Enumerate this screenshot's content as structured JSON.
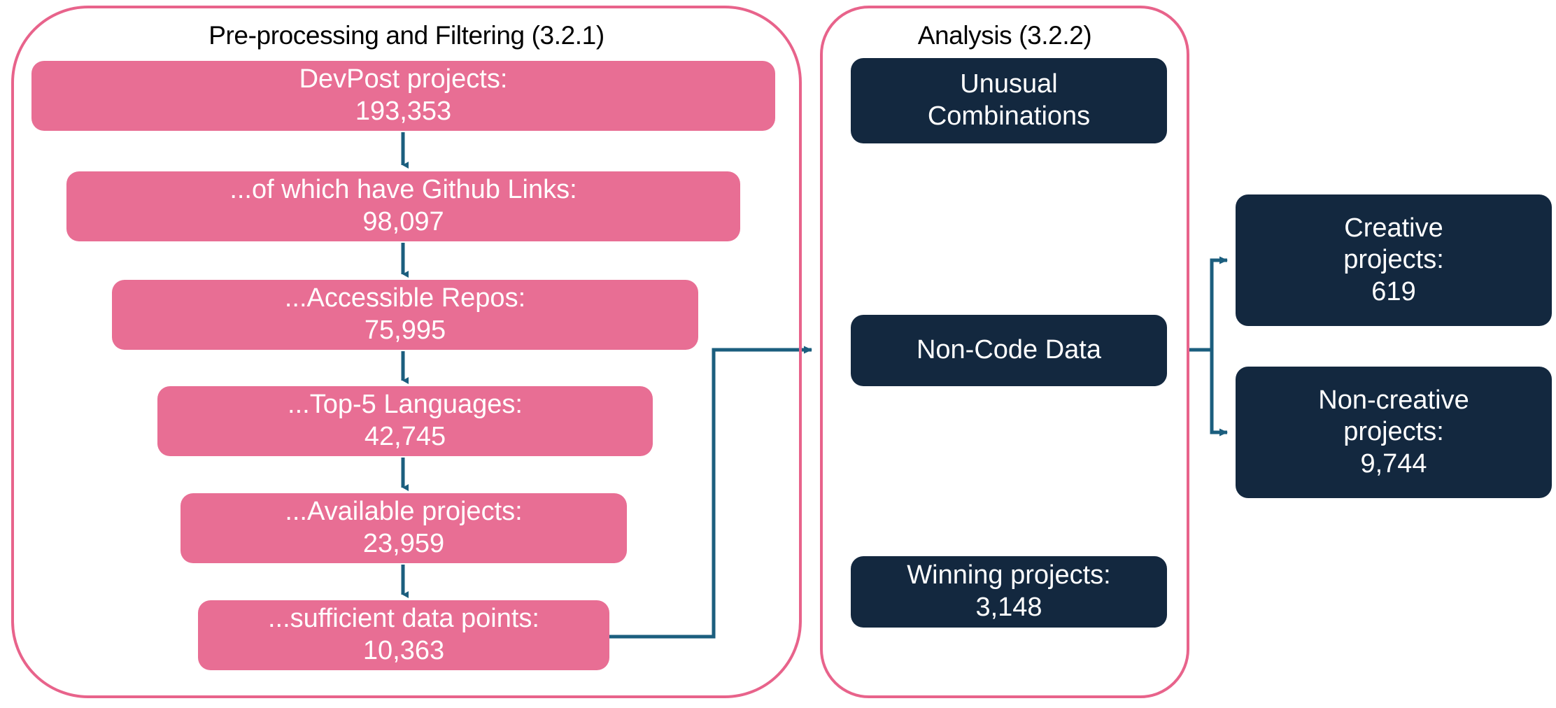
{
  "colors": {
    "pink_fill": "#E86E94",
    "pink_outline": "#E8638B",
    "navy_fill": "#13283F",
    "connector": "#1B5E7E",
    "title_text": "#000000",
    "box_text": "#FFFFFF",
    "background": "#FFFFFF"
  },
  "groups": {
    "preprocessing": {
      "title": "Pre-processing and Filtering (3.2.1)"
    },
    "analysis": {
      "title": "Analysis (3.2.2)"
    }
  },
  "funnel": [
    {
      "label": "DevPost projects:",
      "value": "193,353"
    },
    {
      "label": "...of which have Github Links:",
      "value": "98,097"
    },
    {
      "label": "...Accessible Repos:",
      "value": "75,995"
    },
    {
      "label": "...Top-5 Languages:",
      "value": "42,745"
    },
    {
      "label": "...Available projects:",
      "value": "23,959"
    },
    {
      "label": "...sufficient data points:",
      "value": "10,363"
    }
  ],
  "analysis_boxes": [
    {
      "line1": "Unusual",
      "line2": "Combinations"
    },
    {
      "line1": "Non-Code Data",
      "line2": ""
    },
    {
      "line1": "Winning projects:",
      "line2": "3,148"
    }
  ],
  "outcomes": [
    {
      "line1": "Creative",
      "line2": "projects:",
      "line3": "619"
    },
    {
      "line1": "Non-creative",
      "line2": "projects:",
      "line3": "9,744"
    }
  ],
  "connectors": {
    "funnel_arrows": "downward-arrow",
    "preprocessing_to_analysis": "elbow-arrow-right",
    "analysis_to_outcomes": "branching-arrow-right"
  }
}
